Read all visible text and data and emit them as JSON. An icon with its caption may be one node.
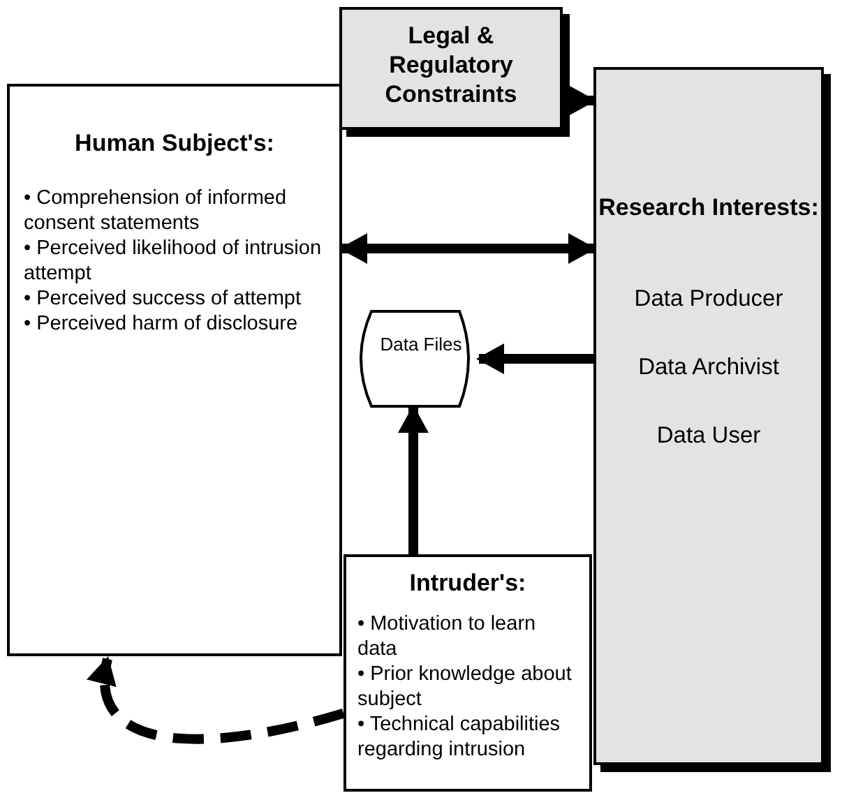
{
  "diagram": {
    "nodes": [
      {
        "text": [
          "Legal & Regulatory Constraints"
        ]
      },
      {
        "text": [
          "Human Subject's:",
          "• Comprehension of informed consent statements",
          "• Perceived likelihood of intrusion attempt",
          "• Perceived success of attempt",
          "• Perceived harm of disclosure"
        ]
      },
      {
        "text": [
          "Research Interests:",
          "Data Producer",
          "Data Archivist",
          "Data User"
        ]
      },
      {
        "text": [
          "Data Files"
        ]
      },
      {
        "text": [
          "Intruder's:",
          "• Motivation to learn data",
          "• Prior knowledge about subject",
          "• Technical capabilities regarding intrusion"
        ]
      }
    ],
    "edges": [
      {
        "from": 0,
        "to": 2,
        "arrow": "to"
      },
      {
        "from": 1,
        "to": 2,
        "arrow": "both"
      },
      {
        "from": 2,
        "to": 3,
        "arrow": "to"
      },
      {
        "from": 4,
        "to": 3,
        "arrow": "to"
      },
      {
        "from": 4,
        "to": 1,
        "arrow": "to",
        "style": "dashed"
      }
    ]
  }
}
